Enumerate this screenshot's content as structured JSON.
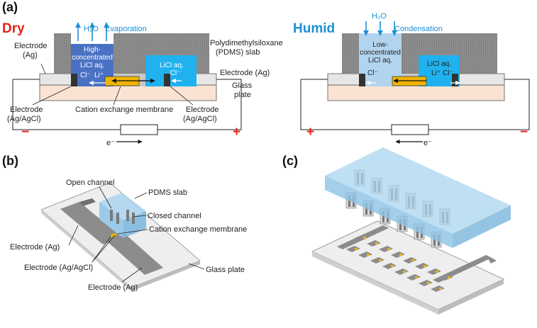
{
  "panels": {
    "a": "(a)",
    "b": "(b)",
    "c": "(c)"
  },
  "dry": {
    "title": "Dry",
    "h2o": "H₂O",
    "process": "Evaporation",
    "channel_left": [
      "High-",
      "concentrated",
      "LiCl aq."
    ],
    "channel_right": [
      "LiCl aq.",
      "Cl⁻"
    ],
    "ion_cl": "Cl⁻",
    "ion_li": "Li⁺",
    "electrode_ag_left": [
      "Electrode",
      "(Ag)"
    ],
    "pdms": [
      "Polydimethylsiloxane",
      "(PDMS) slab"
    ],
    "electrode_ag_right": "Electrode (Ag)",
    "glass": [
      "Glass",
      "plate"
    ],
    "agcl_left": [
      "Electrode",
      "(Ag/AgCl)"
    ],
    "membrane": "Cation exchange membrane",
    "agcl_right": [
      "Electrode",
      "(Ag/AgCl)"
    ],
    "minus": "−",
    "plus": "+",
    "electron": "e⁻"
  },
  "humid": {
    "title": "Humid",
    "h2o": "H₂O",
    "process": "Condensation",
    "channel_left": [
      "Low-",
      "concentrated",
      "LiCl aq."
    ],
    "channel_right": [
      "LiCl aq.",
      "Li⁺"
    ],
    "ion_cl_left": "Cl⁻",
    "ion_cl_right": "Cl⁻",
    "plus": "+",
    "minus": "−",
    "electron": "e⁻"
  },
  "panel_b": {
    "open_channel": "Open channel",
    "pdms": "PDMS slab",
    "closed_channel": "Closed channel",
    "membrane": "Cation exchange membrane",
    "electrode_ag_1": "Electrode (Ag)",
    "electrode_agcl": "Electrode (Ag/AgCl)",
    "glass": "Glass plate",
    "electrode_ag_2": "Electrode (Ag)"
  },
  "colors": {
    "pdms_gray": "#8a8a8a",
    "dark_blue": "#4a72c4",
    "cyan": "#1fb2ef",
    "light_blue": "#b3d4ee",
    "membrane": "#f0b400",
    "glass": "#fbe3d3",
    "electrode": "#3a3a3a",
    "accent_red": "#e2231a",
    "accent_blue": "#1a8fd6"
  }
}
